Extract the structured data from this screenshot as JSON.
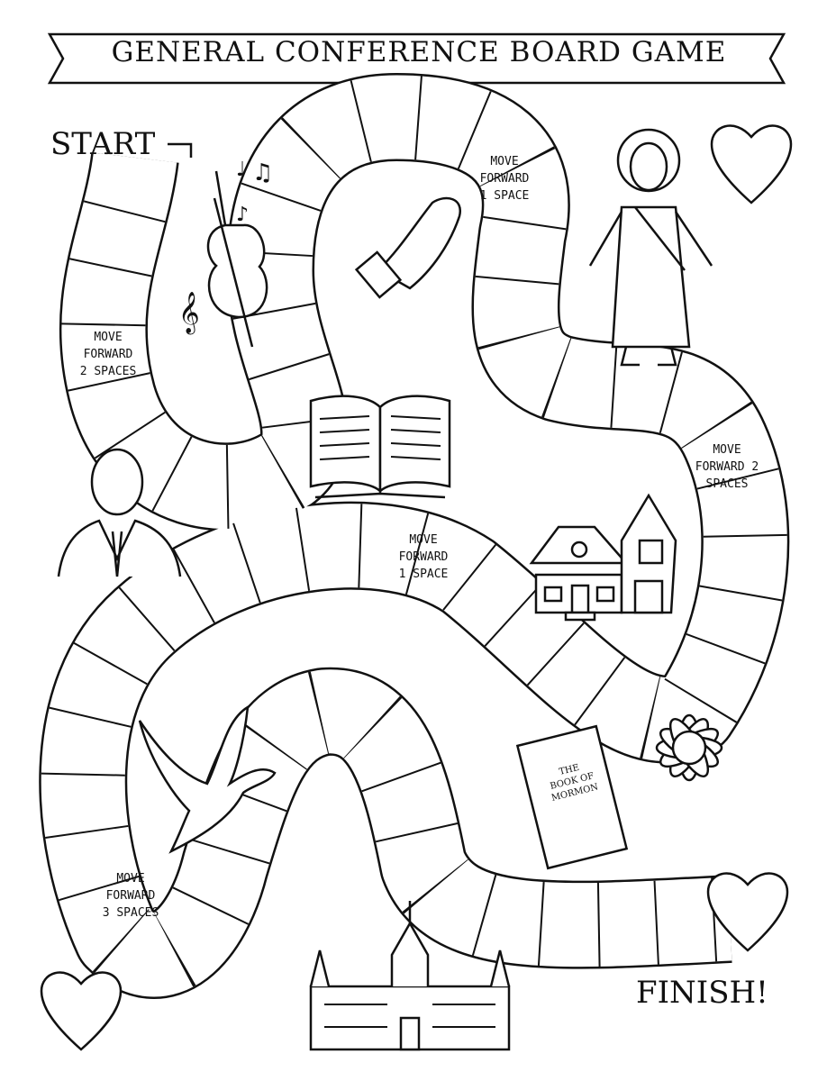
{
  "title": "GENERAL CONFERENCE BOARD GAME",
  "start_label": "START",
  "finish_label": "FINISH!",
  "spaces": [
    {
      "id": "a",
      "text": [
        "MOVE",
        "FORWARD",
        "2 SPACES"
      ]
    },
    {
      "id": "b",
      "text": [
        "MOVE",
        "FORWARD",
        "1 SPACE"
      ]
    },
    {
      "id": "c",
      "text": [
        "MOVE",
        "FORWARD 2",
        "SPACES"
      ]
    },
    {
      "id": "d",
      "text": [
        "MOVE",
        "FORWARD",
        "1 SPACE"
      ]
    },
    {
      "id": "e",
      "text": [
        "MOVE",
        "FORWARD",
        "3 SPACES"
      ]
    }
  ],
  "book_cover_text": [
    "THE",
    "BOOK OF",
    "MORMON"
  ],
  "colors": {
    "line": "#111111",
    "background": "#ffffff"
  }
}
